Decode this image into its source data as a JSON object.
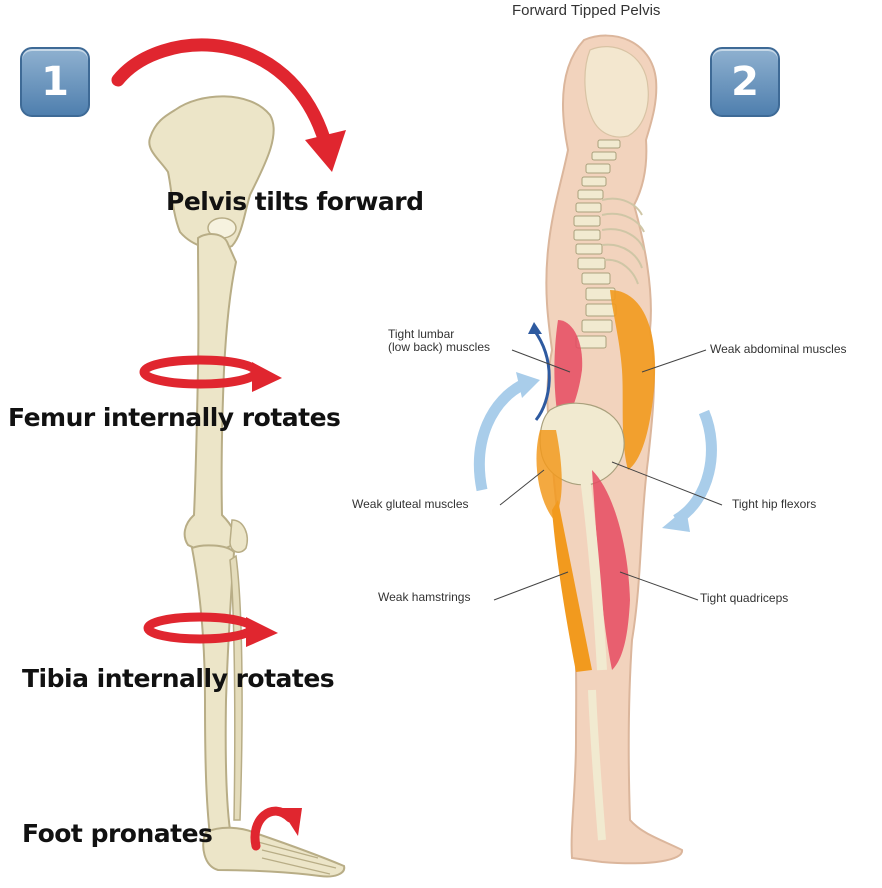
{
  "left_panel": {
    "badge": "1",
    "labels": {
      "pelvis": "Pelvis tilts forward",
      "femur": "Femur internally rotates",
      "tibia": "Tibia internally rotates",
      "foot": "Foot pronates"
    }
  },
  "right_panel": {
    "badge": "2",
    "title": "Forward Tipped Pelvis",
    "annotations": {
      "lumbar_line1": "Tight lumbar",
      "lumbar_line2": "(low back) muscles",
      "abdominal": "Weak abdominal muscles",
      "gluteal": "Weak gluteal muscles",
      "hip_flexors": "Tight hip flexors",
      "hamstrings": "Weak hamstrings",
      "quadriceps": "Tight quadriceps"
    }
  },
  "colors": {
    "rotation_arrow": "#e0262f",
    "bone": "#ece5c8",
    "bone_outline": "#b8ad86",
    "skin": "#f2d3bd",
    "weak_muscle": "#f29a1e",
    "tight_muscle": "#e64a62",
    "flow_arrow": "#a9cdea",
    "badge": "#5f8cb8"
  }
}
